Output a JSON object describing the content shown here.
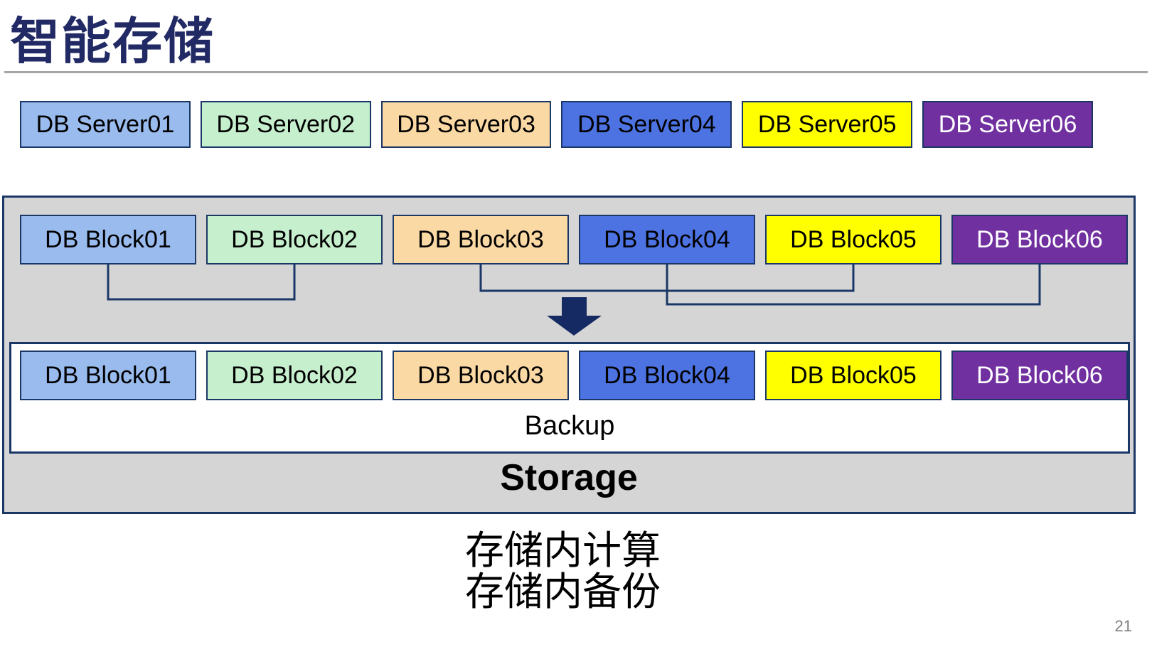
{
  "title": "智能存储",
  "page_number": "21",
  "servers": [
    {
      "label": "DB Server01",
      "fill": "#99BBEE",
      "text_color": "#000000"
    },
    {
      "label": "DB Server02",
      "fill": "#C6EFCE",
      "text_color": "#000000"
    },
    {
      "label": "DB Server03",
      "fill": "#FBD9A4",
      "text_color": "#000000"
    },
    {
      "label": "DB Server04",
      "fill": "#4D73E2",
      "text_color": "#000000"
    },
    {
      "label": "DB Server05",
      "fill": "#FFFF00",
      "text_color": "#000000"
    },
    {
      "label": "DB Server06",
      "fill": "#7030A0",
      "text_color": "#FFFFFF"
    }
  ],
  "blocks_top": [
    {
      "label": "DB Block01",
      "fill": "#99BBEE",
      "text_color": "#000000"
    },
    {
      "label": "DB Block02",
      "fill": "#C6EFCE",
      "text_color": "#000000"
    },
    {
      "label": "DB Block03",
      "fill": "#FBD9A4",
      "text_color": "#000000"
    },
    {
      "label": "DB Block04",
      "fill": "#4D73E2",
      "text_color": "#000000"
    },
    {
      "label": "DB Block05",
      "fill": "#FFFF00",
      "text_color": "#000000"
    },
    {
      "label": "DB Block06",
      "fill": "#7030A0",
      "text_color": "#FFFFFF"
    }
  ],
  "blocks_bottom": [
    {
      "label": "DB Block01",
      "fill": "#99BBEE",
      "text_color": "#000000"
    },
    {
      "label": "DB Block02",
      "fill": "#C6EFCE",
      "text_color": "#000000"
    },
    {
      "label": "DB Block03",
      "fill": "#FBD9A4",
      "text_color": "#000000"
    },
    {
      "label": "DB Block04",
      "fill": "#4D73E2",
      "text_color": "#000000"
    },
    {
      "label": "DB Block05",
      "fill": "#FFFF00",
      "text_color": "#000000"
    },
    {
      "label": "DB Block06",
      "fill": "#7030A0",
      "text_color": "#FFFFFF"
    }
  ],
  "storage": {
    "backup_label": "Backup",
    "storage_label": "Storage"
  },
  "connectors": [
    {
      "from": "DB Block01",
      "to": "DB Block02"
    },
    {
      "from": "DB Block03",
      "to": "DB Block05"
    },
    {
      "from": "DB Block04",
      "to": "DB Block06"
    }
  ],
  "icons": {
    "down_arrow": "block-arrow-down"
  },
  "caption": {
    "line1": "存储内计算",
    "line2": "存储内备份"
  },
  "colors": {
    "title": "#212A64",
    "border_navy": "#1B3767",
    "arrow_navy": "#152A62",
    "storage_background": "#D5D5D5",
    "divider_gray": "#A6A6A6",
    "page_number_gray": "#7F7F7F"
  }
}
